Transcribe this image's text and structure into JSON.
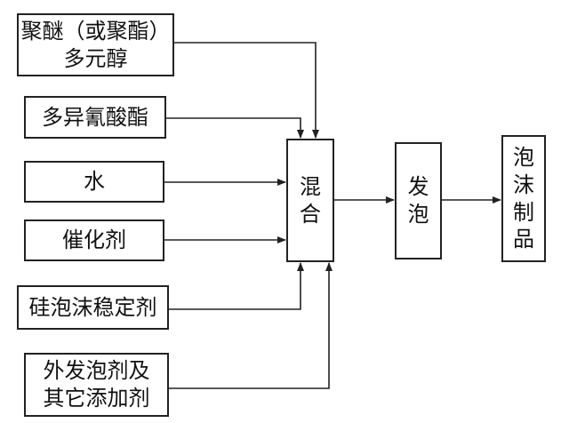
{
  "inputs": [
    {
      "line1": "聚醚（或聚酯）",
      "line2": "多元醇"
    },
    {
      "label": "多异氰酸酯"
    },
    {
      "label": "水"
    },
    {
      "label": "催化剂"
    },
    {
      "label": "硅泡沫稳定剂"
    },
    {
      "line1": "外发泡剂及",
      "line2": "其它添加剂"
    }
  ],
  "steps": {
    "mix": [
      "混",
      "合"
    ],
    "foam": [
      "发",
      "泡"
    ],
    "product": [
      "泡",
      "沫",
      "制",
      "品"
    ]
  },
  "colors": {
    "line": "#222222",
    "fill": "#ffffff"
  }
}
